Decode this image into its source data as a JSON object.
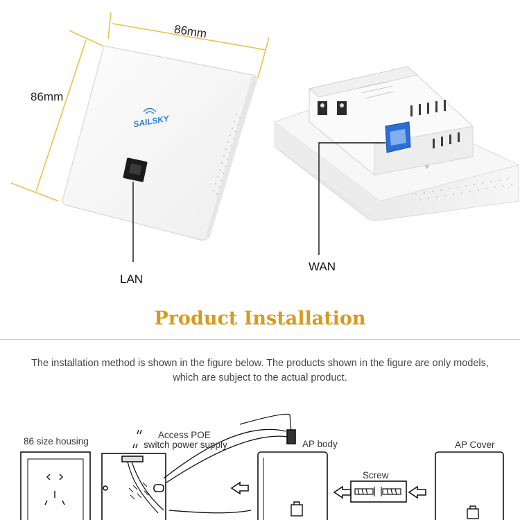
{
  "brand": {
    "logo_text": "SAILSKY"
  },
  "dimensions": {
    "width_label": "86mm",
    "height_label": "86mm"
  },
  "ports": {
    "lan_label": "LAN",
    "wan_label": "WAN"
  },
  "section": {
    "title": "Product Installation",
    "description": "The installation method is shown in the figure below. The products shown in the figure are only models, which are subject to the actual product."
  },
  "diagram": {
    "housing_label": "86 size housing",
    "poe_label_line1": "Access POE",
    "poe_label_line2": "switch power supply",
    "ap_body_label": "AP body",
    "screw_label": "Screw",
    "ap_cover_label": "AP Cover"
  },
  "colors": {
    "title_gold": "#d99a1c",
    "dimension_line": "#e8c24a",
    "rj45_blue": "#2a6fd6"
  }
}
